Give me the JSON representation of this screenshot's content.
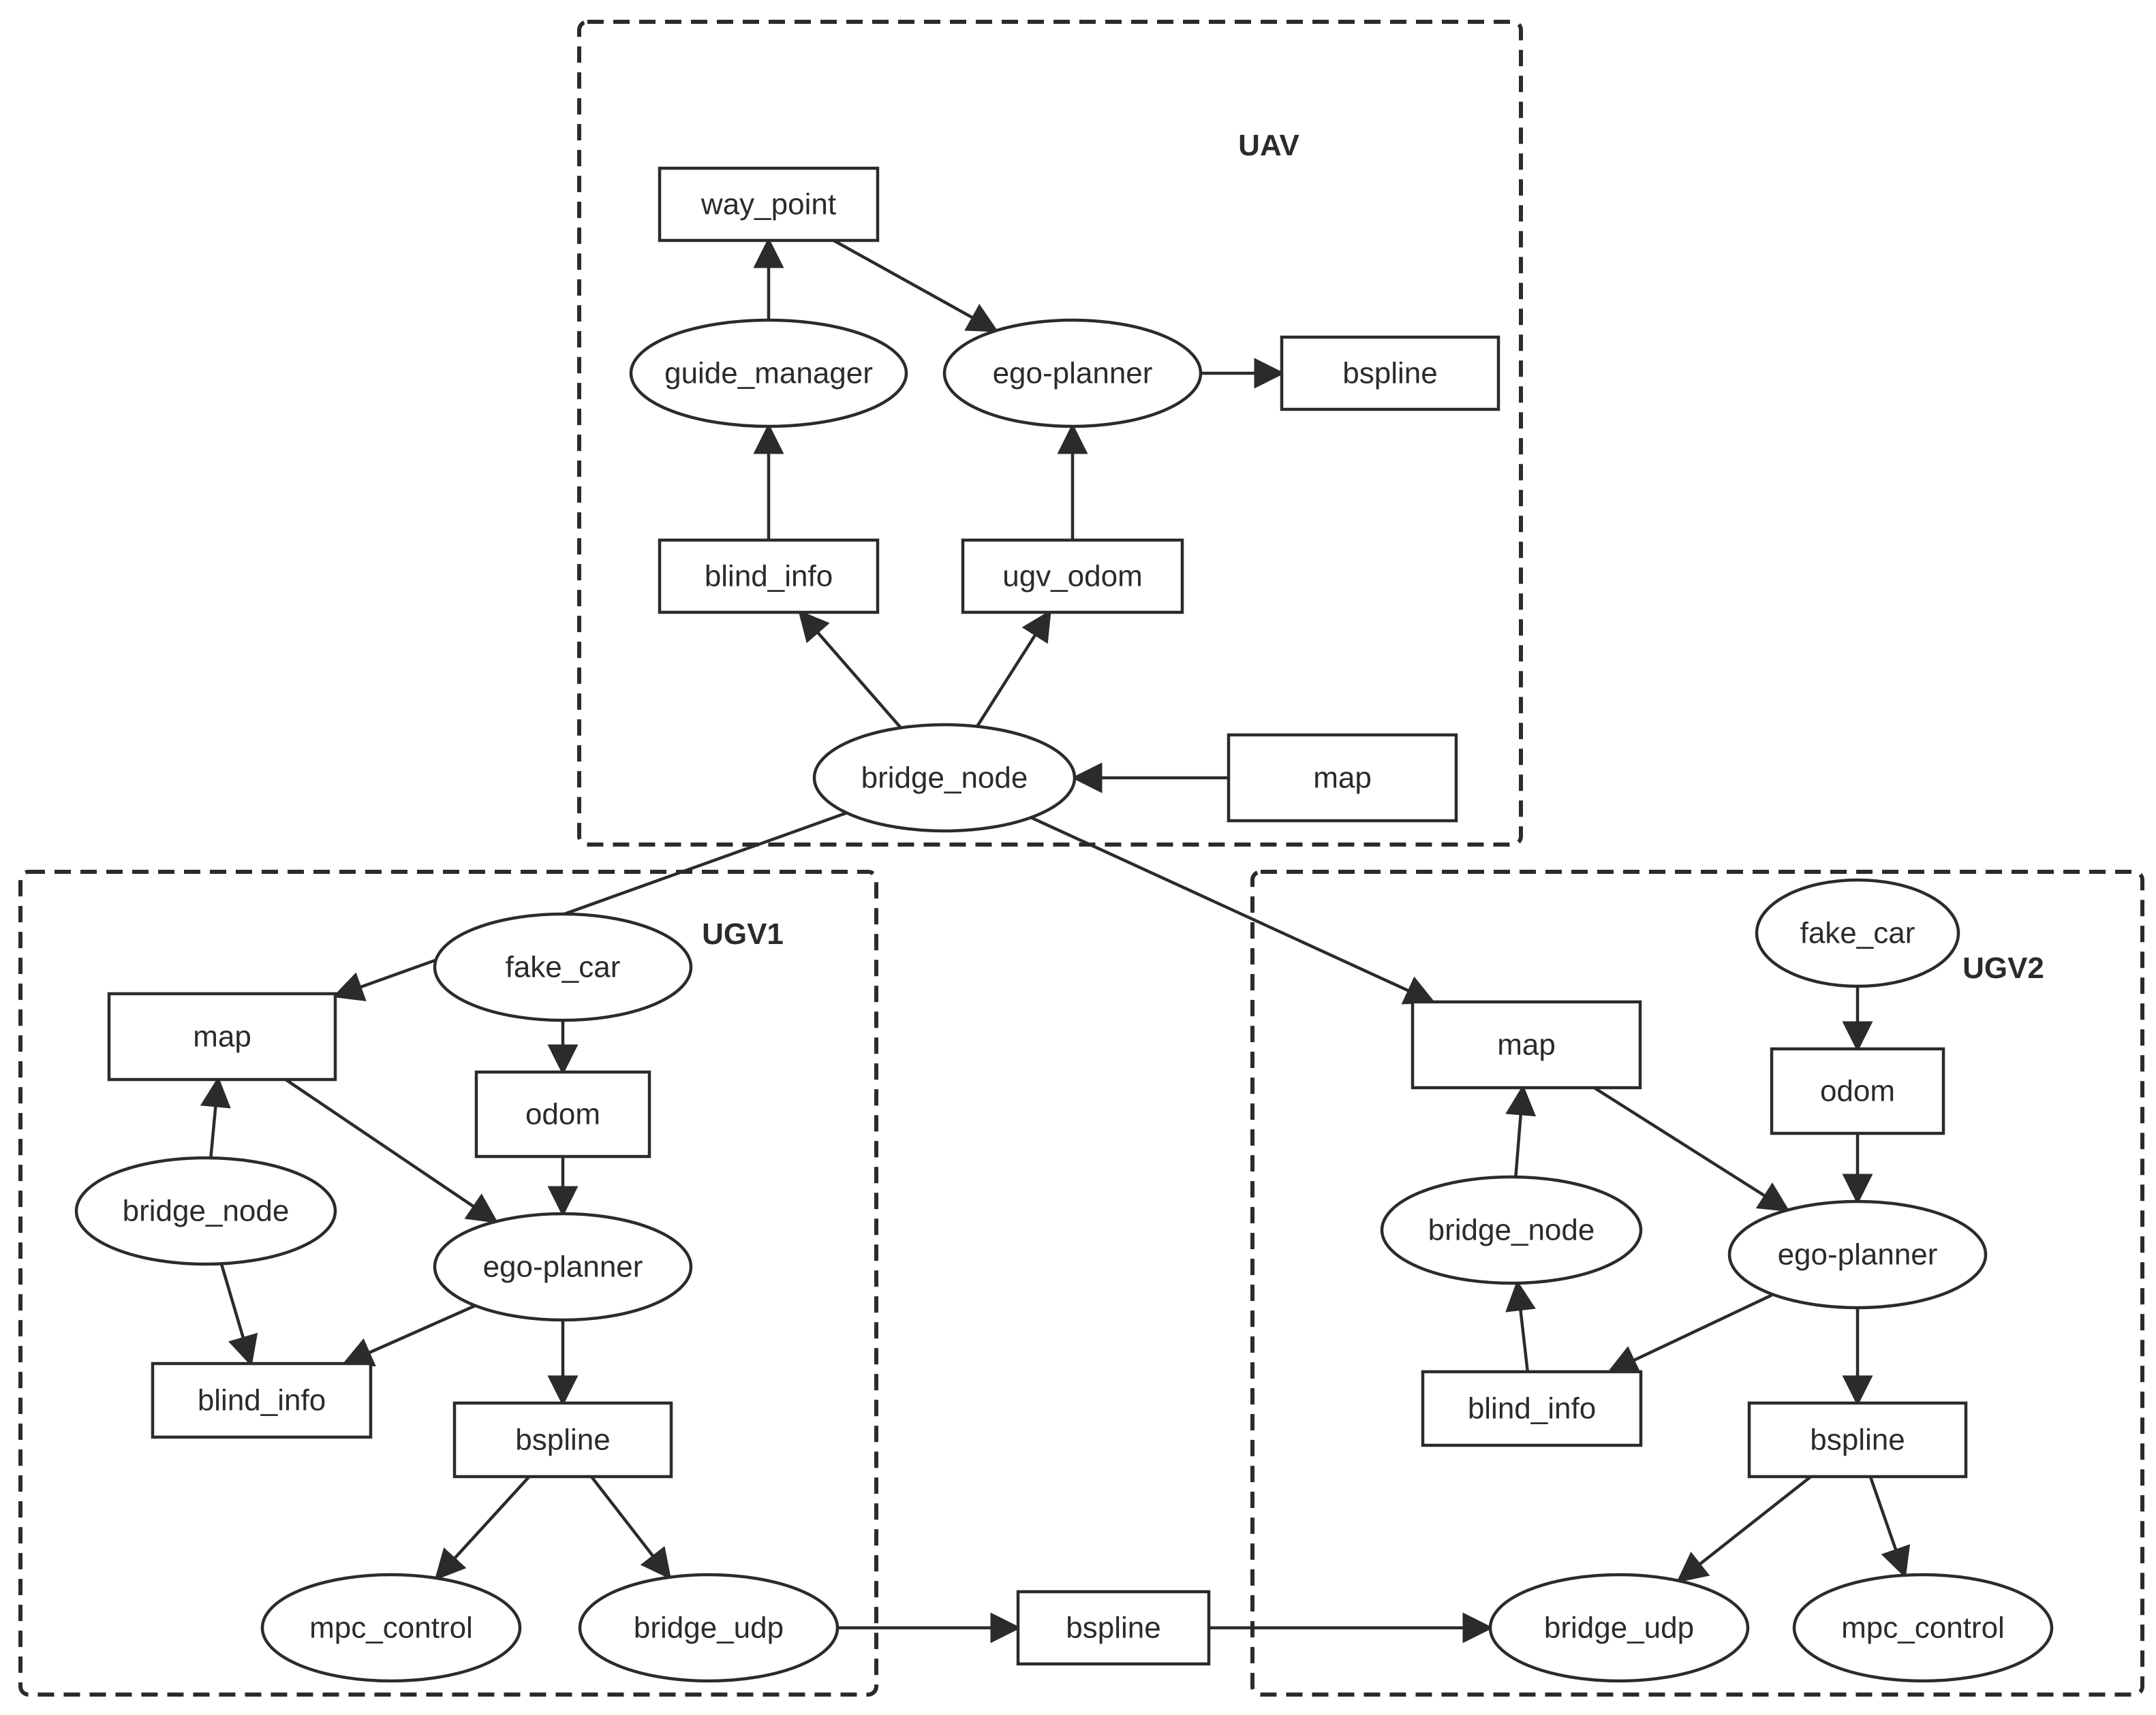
{
  "colors": {
    "stroke": "#2b2b2b",
    "background": "#ffffff"
  },
  "groups": [
    {
      "id": "uav",
      "label": "UAV"
    },
    {
      "id": "ugv1",
      "label": "UGV1"
    },
    {
      "id": "ugv2",
      "label": "UGV2"
    }
  ],
  "nodes": [
    {
      "id": "uav_way_point",
      "label": "way_point",
      "shape": "rect"
    },
    {
      "id": "uav_guide_manager",
      "label": "guide_manager",
      "shape": "ellipse"
    },
    {
      "id": "uav_ego_planner",
      "label": "ego-planner",
      "shape": "ellipse"
    },
    {
      "id": "uav_bspline",
      "label": "bspline",
      "shape": "rect"
    },
    {
      "id": "uav_blind_info",
      "label": "blind_info",
      "shape": "rect"
    },
    {
      "id": "uav_ugv_odom",
      "label": "ugv_odom",
      "shape": "rect"
    },
    {
      "id": "uav_bridge_node",
      "label": "bridge_node",
      "shape": "ellipse"
    },
    {
      "id": "uav_map",
      "label": "map",
      "shape": "rect"
    },
    {
      "id": "ugv1_map",
      "label": "map",
      "shape": "rect"
    },
    {
      "id": "ugv1_fake_car",
      "label": "fake_car",
      "shape": "ellipse"
    },
    {
      "id": "ugv1_odom",
      "label": "odom",
      "shape": "rect"
    },
    {
      "id": "ugv1_bridge_node",
      "label": "bridge_node",
      "shape": "ellipse"
    },
    {
      "id": "ugv1_ego_planner",
      "label": "ego-planner",
      "shape": "ellipse"
    },
    {
      "id": "ugv1_blind_info",
      "label": "blind_info",
      "shape": "rect"
    },
    {
      "id": "ugv1_bspline",
      "label": "bspline",
      "shape": "rect"
    },
    {
      "id": "ugv1_mpc_control",
      "label": "mpc_control",
      "shape": "ellipse"
    },
    {
      "id": "ugv1_bridge_udp",
      "label": "bridge_udp",
      "shape": "ellipse"
    },
    {
      "id": "mid_bspline",
      "label": "bspline",
      "shape": "rect"
    },
    {
      "id": "ugv2_fake_car",
      "label": "fake_car",
      "shape": "ellipse"
    },
    {
      "id": "ugv2_map",
      "label": "map",
      "shape": "rect"
    },
    {
      "id": "ugv2_odom",
      "label": "odom",
      "shape": "rect"
    },
    {
      "id": "ugv2_bridge_node",
      "label": "bridge_node",
      "shape": "ellipse"
    },
    {
      "id": "ugv2_ego_planner",
      "label": "ego-planner",
      "shape": "ellipse"
    },
    {
      "id": "ugv2_blind_info",
      "label": "blind_info",
      "shape": "rect"
    },
    {
      "id": "ugv2_bspline",
      "label": "bspline",
      "shape": "rect"
    },
    {
      "id": "ugv2_bridge_udp",
      "label": "bridge_udp",
      "shape": "ellipse"
    },
    {
      "id": "ugv2_mpc_control",
      "label": "mpc_control",
      "shape": "ellipse"
    }
  ],
  "edges": [
    {
      "from": "uav_guide_manager",
      "to": "uav_way_point"
    },
    {
      "from": "uav_way_point",
      "to": "uav_ego_planner"
    },
    {
      "from": "uav_ego_planner",
      "to": "uav_bspline"
    },
    {
      "from": "uav_blind_info",
      "to": "uav_guide_manager"
    },
    {
      "from": "uav_ugv_odom",
      "to": "uav_ego_planner"
    },
    {
      "from": "uav_bridge_node",
      "to": "uav_blind_info"
    },
    {
      "from": "uav_bridge_node",
      "to": "uav_ugv_odom"
    },
    {
      "from": "uav_map",
      "to": "uav_bridge_node"
    },
    {
      "from": "uav_bridge_node",
      "to": "ugv1_map"
    },
    {
      "from": "uav_bridge_node",
      "to": "ugv2_map"
    },
    {
      "from": "ugv1_fake_car",
      "to": "ugv1_odom"
    },
    {
      "from": "ugv1_odom",
      "to": "ugv1_ego_planner"
    },
    {
      "from": "ugv1_map",
      "to": "ugv1_ego_planner"
    },
    {
      "from": "ugv1_bridge_node",
      "to": "ugv1_map"
    },
    {
      "from": "ugv1_bridge_node",
      "to": "ugv1_blind_info"
    },
    {
      "from": "ugv1_ego_planner",
      "to": "ugv1_blind_info"
    },
    {
      "from": "ugv1_ego_planner",
      "to": "ugv1_bspline"
    },
    {
      "from": "ugv1_bspline",
      "to": "ugv1_mpc_control"
    },
    {
      "from": "ugv1_bspline",
      "to": "ugv1_bridge_udp"
    },
    {
      "from": "ugv1_bridge_udp",
      "to": "mid_bspline"
    },
    {
      "from": "mid_bspline",
      "to": "ugv2_bridge_udp"
    },
    {
      "from": "ugv2_fake_car",
      "to": "ugv2_odom"
    },
    {
      "from": "ugv2_odom",
      "to": "ugv2_ego_planner"
    },
    {
      "from": "ugv2_map",
      "to": "ugv2_ego_planner"
    },
    {
      "from": "ugv2_bridge_node",
      "to": "ugv2_map"
    },
    {
      "from": "ugv2_blind_info",
      "to": "ugv2_bridge_node"
    },
    {
      "from": "ugv2_ego_planner",
      "to": "ugv2_blind_info"
    },
    {
      "from": "ugv2_ego_planner",
      "to": "ugv2_bspline"
    },
    {
      "from": "ugv2_bspline",
      "to": "ugv2_bridge_udp"
    },
    {
      "from": "ugv2_bspline",
      "to": "ugv2_mpc_control"
    }
  ]
}
